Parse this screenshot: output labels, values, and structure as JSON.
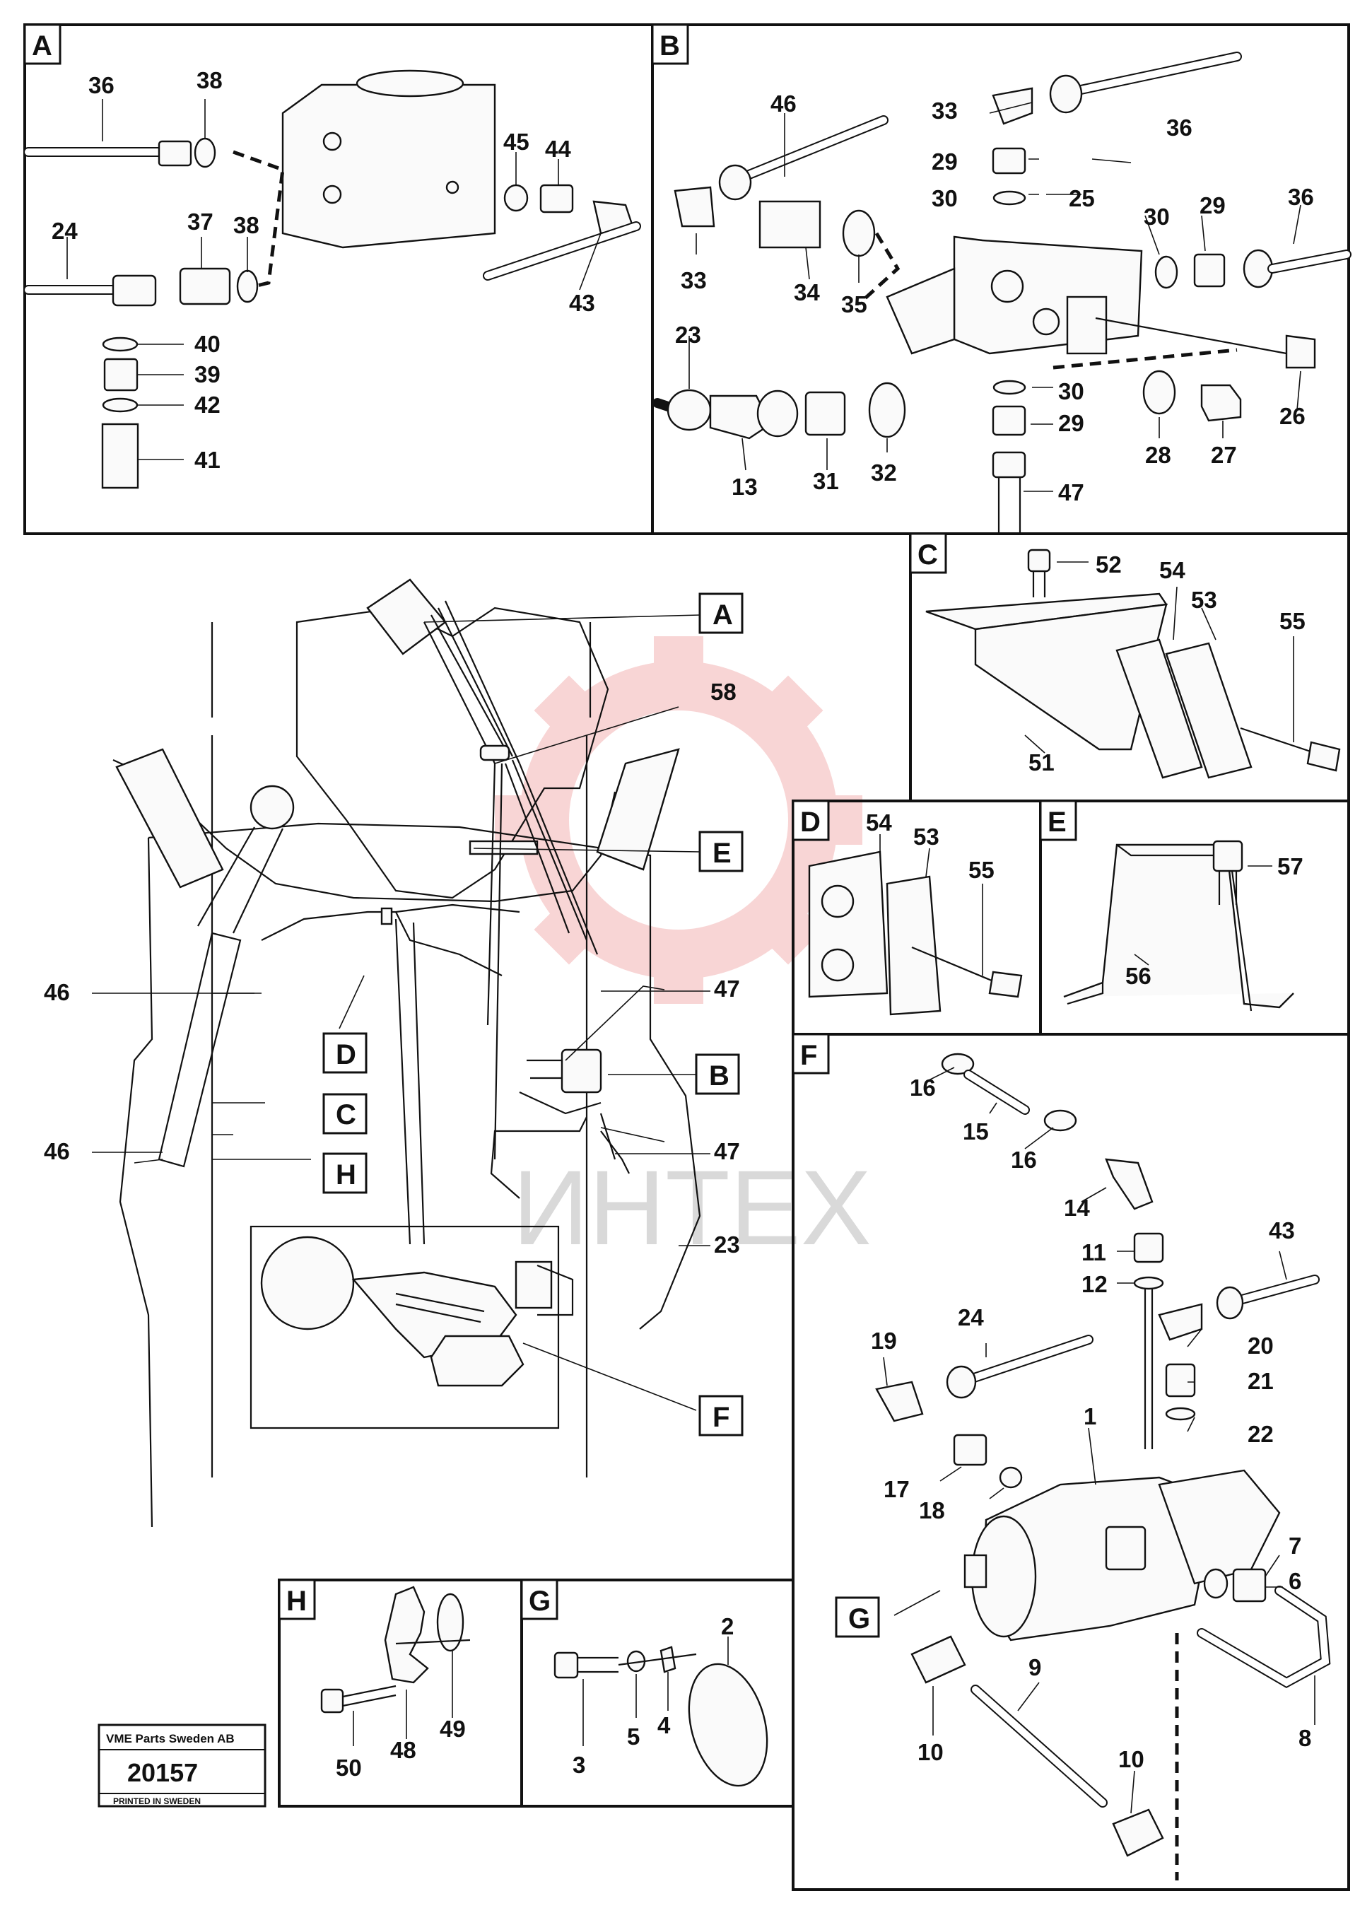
{
  "panels": {
    "A": {
      "letter": "A",
      "labels": [
        "36",
        "38",
        "24",
        "37",
        "38",
        "45",
        "44",
        "43",
        "40",
        "39",
        "42",
        "41"
      ]
    },
    "B": {
      "letter": "B",
      "labels": [
        "46",
        "33",
        "34",
        "35",
        "33",
        "29",
        "30",
        "36",
        "25",
        "30",
        "29",
        "36",
        "23",
        "13",
        "31",
        "32",
        "30",
        "29",
        "47",
        "28",
        "27",
        "26"
      ]
    },
    "C": {
      "letter": "C",
      "labels": [
        "52",
        "54",
        "53",
        "55",
        "51"
      ]
    },
    "D": {
      "letter": "D",
      "labels": [
        "54",
        "53",
        "55"
      ]
    },
    "E": {
      "letter": "E",
      "labels": [
        "57",
        "56"
      ]
    },
    "F": {
      "letter": "F",
      "labels": [
        "16",
        "15",
        "16",
        "14",
        "11",
        "12",
        "43",
        "24",
        "19",
        "20",
        "21",
        "22",
        "1",
        "17",
        "18",
        "7",
        "6",
        "9",
        "10",
        "10",
        "8"
      ]
    },
    "G": {
      "letter": "G",
      "labels": [
        "2",
        "3",
        "5",
        "4"
      ]
    },
    "H": {
      "letter": "H",
      "labels": [
        "50",
        "48",
        "49"
      ]
    }
  },
  "overview": {
    "callouts": [
      "A",
      "58",
      "E",
      "46",
      "47",
      "D",
      "B",
      "C",
      "46",
      "47",
      "H",
      "23",
      "F",
      "G"
    ]
  },
  "watermark": "ИНТЕХ",
  "nameplate": {
    "company": "VME Parts Sweden AB",
    "number": "20157",
    "footer": "PRINTED IN SWEDEN"
  },
  "colors": {
    "ink": "#111111",
    "watermark": "#f3b3b3"
  }
}
